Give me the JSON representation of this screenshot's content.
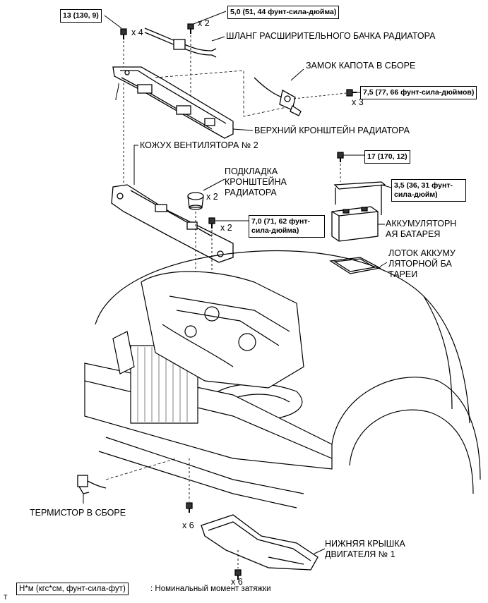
{
  "labels": {
    "hose": "ШЛАНГ РАСШИРИТЕЛЬНОГО БАЧКА РАДИАТОРА",
    "hood_lock": "ЗАМОК КАПОТА В СБОРЕ",
    "upper_bracket": "ВЕРХНИЙ КРОНШТЕЙН РАДИАТОРА",
    "fan_shroud": "КОЖУХ ВЕНТИЛЯТОРА № 2",
    "support_pad": "ПОДКЛАДКА КРОНШТЕЙНА РАДИАТОРА",
    "battery": "АККУМУЛЯТОРНАЯ БАТАРЕЯ",
    "battery_tray": "ЛОТОК АККУМУЛЯТОРНОЙ БАТАРЕИ",
    "thermistor": "ТЕРМИСТОР В СБОРЕ",
    "engine_cover": "НИЖНЯЯ КРЫШКА ДВИГАТЕЛЯ № 1"
  },
  "torques": {
    "t1": "13 (130, 9)",
    "t2": "5,0 (51, 44 фунт-сила-дюйма)",
    "t3": "7,5 (77, 66 фунт-сила-дюймов)",
    "t4": "17 (170, 12)",
    "t5": "3,5 (36, 31 фунт-сила-дюйм)",
    "t6": "7,0 (71, 62 фунт-сила-дюйма)"
  },
  "quantities": {
    "q_top_left": "x 4",
    "q_top_mid": "x 2",
    "q_hood_lock": "x 3",
    "q_pad": "x 2",
    "q_bolt": "x 2",
    "q_cover_upper": "x 6",
    "q_cover_lower": "x 6"
  },
  "legend": {
    "unit": "Н*м (кгс*см, фунт-сила-фут)",
    "description": ": Номинальный момент затяжки"
  },
  "corner_mark": "T"
}
